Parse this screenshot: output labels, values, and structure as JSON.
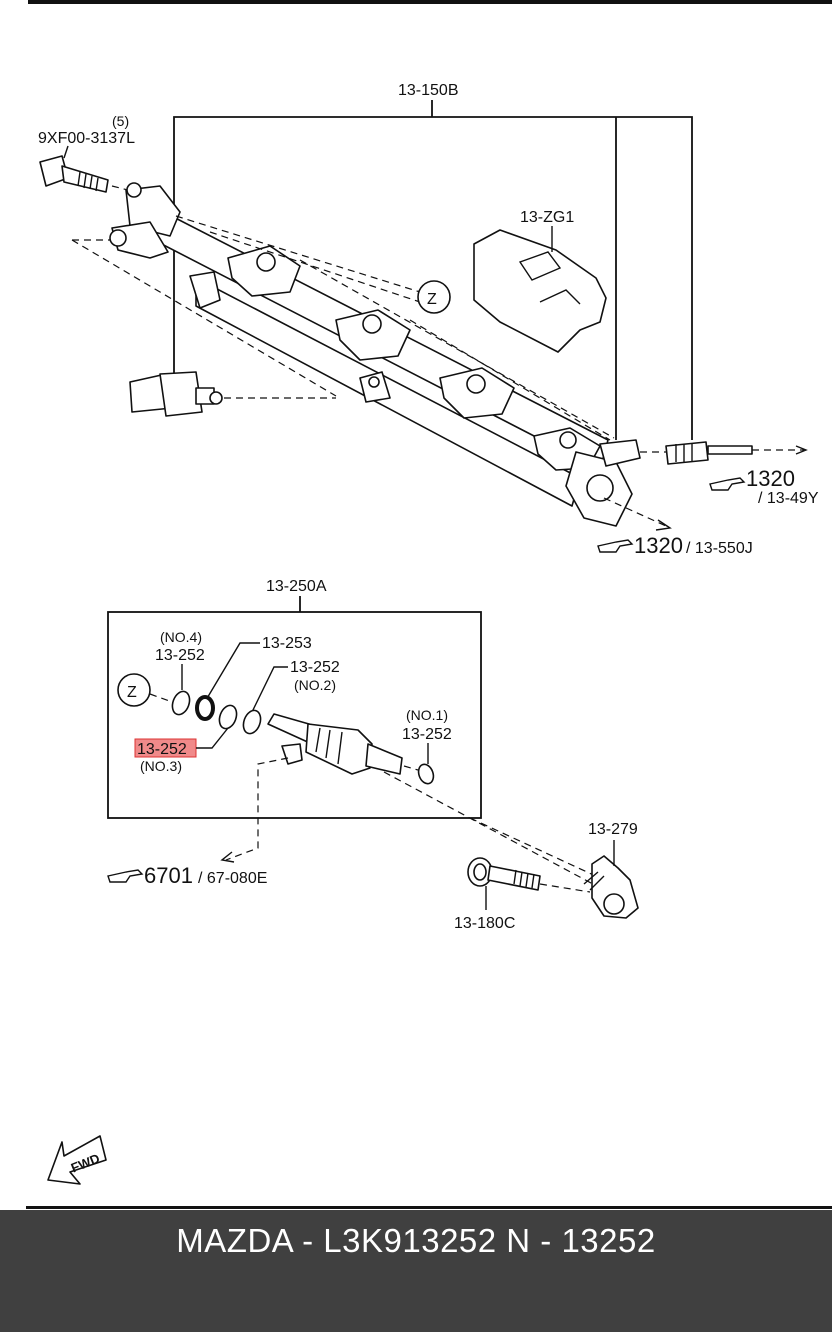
{
  "diagram": {
    "labels": {
      "rail_assembly": "13-150B",
      "bolt_count": "(5)",
      "bolt_part": "9XF00-3137L",
      "cover": "13-ZG1",
      "z_marker": "Z",
      "ref_1320_top_num": "1320",
      "ref_1320_top_code": "/ 13-49Y",
      "ref_1320_bottom_num": "1320",
      "ref_1320_bottom_code": "/ 13-550J",
      "injector_assembly": "13-250A",
      "no4": "(NO.4)",
      "oring_no4": "13-252",
      "seal_13_253": "13-253",
      "oring_no2": "13-252",
      "no2": "(NO.2)",
      "highlighted_part": "13-252",
      "no3": "(NO.3)",
      "no1": "(NO.1)",
      "oring_no1": "13-252",
      "ref_6701_num": "6701",
      "ref_6701_code": "/ 67-080E",
      "clip": "13-279",
      "bolt_13_180c": "13-180C",
      "fwd": "FWD"
    },
    "highlight_color": "#f08a8a"
  },
  "footer": {
    "text": "MAZDA - L3K913252   N - 13252"
  }
}
